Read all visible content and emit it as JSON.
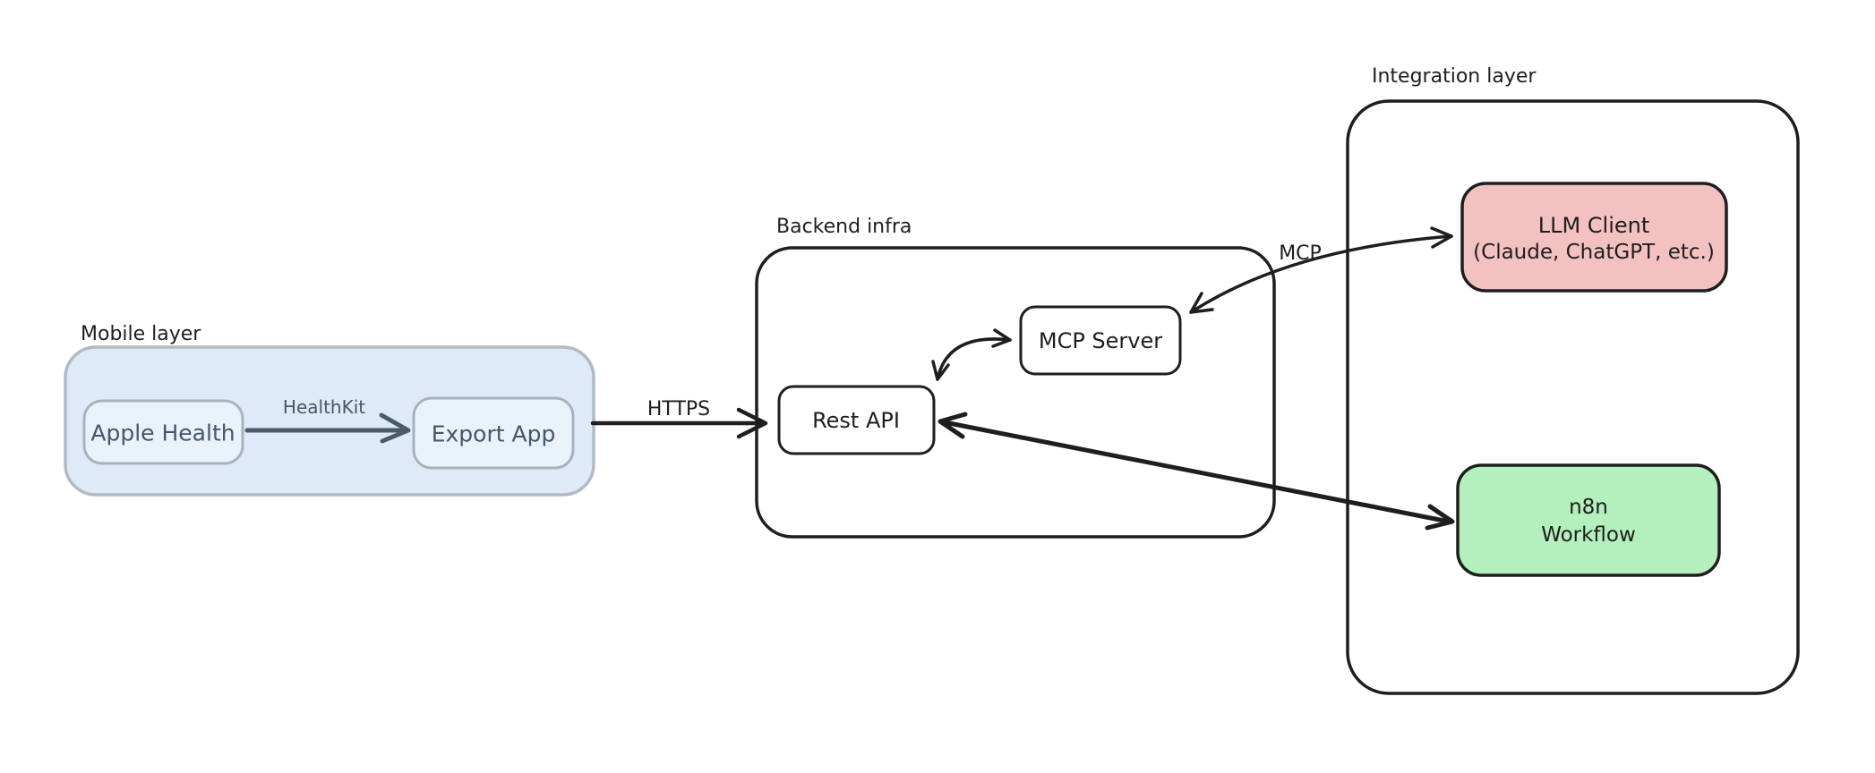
{
  "groups": {
    "mobile": {
      "label": "Mobile layer"
    },
    "backend": {
      "label": "Backend infra"
    },
    "integration": {
      "label": "Integration layer"
    }
  },
  "nodes": {
    "apple_health": {
      "label": "Apple Health"
    },
    "export_app": {
      "label": "Export App"
    },
    "rest_api": {
      "label": "Rest API"
    },
    "mcp_server": {
      "label": "MCP Server"
    },
    "llm_client": {
      "label_line1": "LLM Client",
      "label_line2": "(Claude, ChatGPT, etc.)"
    },
    "n8n_workflow": {
      "label_line1": "n8n",
      "label_line2": "Workflow"
    }
  },
  "edges": {
    "healthkit": {
      "label": "HealthKit"
    },
    "https": {
      "label": "HTTPS"
    },
    "mcp": {
      "label": "MCP"
    }
  },
  "colors": {
    "ink": "#1e1e1e",
    "canvas_background": "#ffffff",
    "mobile_container_fill": "#dfeaf8",
    "mobile_container_stroke": "#b3bac4",
    "mobile_node_fill": "#e9f1fb",
    "mobile_node_stroke": "#a9b2bc",
    "mobile_text": "#44576b",
    "mobile_arrow": "#4a5b6a",
    "llm_client_fill": "#f4c1c1",
    "n8n_workflow_fill": "#b4efbe"
  }
}
